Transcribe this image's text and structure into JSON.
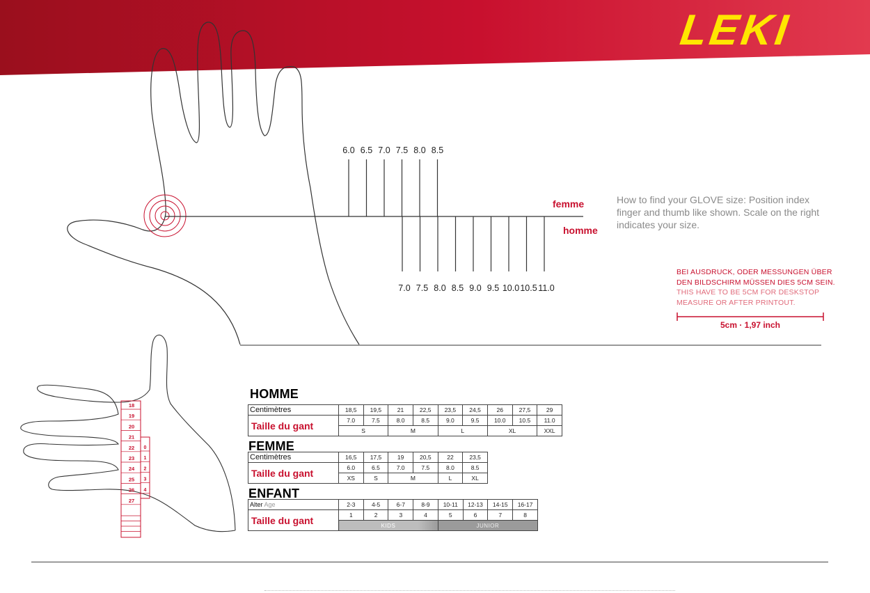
{
  "brand": {
    "logo_text": "LEKI",
    "colors": {
      "red": "#c8102e",
      "dark_red": "#9a0f1d",
      "yellow": "#ffe600",
      "gray_text": "#8a8a8a"
    }
  },
  "scale": {
    "femme_ticks": [
      "6.0",
      "6.5",
      "7.0",
      "7.5",
      "8.0",
      "8.5"
    ],
    "homme_ticks": [
      "7.0",
      "7.5",
      "8.0",
      "8.5",
      "9.0",
      "9.5",
      "10.0",
      "10.5",
      "11.0"
    ],
    "femme_label": "femme",
    "homme_label": "homme"
  },
  "instructions": {
    "text": "How to find your GLOVE size: Position index finger and thumb like shown. Scale on the right indicates your size.",
    "note_de": "BEI AUSDRUCK, ODER MESSUNGEN ÜBER DEN BILDSCHIRM MÜSSEN DIES 5CM SEIN.",
    "note_en": "THIS HAVE TO BE 5CM FOR DESKSTOP MEASURE OR AFTER PRINTOUT.",
    "scale_caption": "5cm · 1,97 inch"
  },
  "wrist_ruler": {
    "marks": [
      "18",
      "19",
      "20",
      "21",
      "22",
      "23",
      "24",
      "25",
      "26",
      "27"
    ],
    "child_marks": [
      "0",
      "1",
      "2",
      "3",
      "4"
    ]
  },
  "homme": {
    "title": "HOMME",
    "row1_label": "Centimètres",
    "cm": [
      "18,5",
      "19,5",
      "21",
      "22,5",
      "23,5",
      "24,5",
      "26",
      "27,5",
      "29"
    ],
    "glove_label": "Taille du gant",
    "sizes": [
      "7.0",
      "7.5",
      "8.0",
      "8.5",
      "9.0",
      "9.5",
      "10.0",
      "10.5",
      "11.0"
    ],
    "letters": [
      "S",
      "M",
      "L",
      "XL",
      "XXL"
    ]
  },
  "femme": {
    "title": "FEMME",
    "row1_label": "Centimètres",
    "cm": [
      "16,5",
      "17,5",
      "19",
      "20,5",
      "22",
      "23,5"
    ],
    "glove_label": "Taille du gant",
    "sizes": [
      "6.0",
      "6.5",
      "7.0",
      "7.5",
      "8.0",
      "8.5"
    ],
    "letters": [
      "XS",
      "S",
      "M",
      "L",
      "XL"
    ]
  },
  "enfant": {
    "title": "ENFANT",
    "age_label": "Alter",
    "age_sub": "Age",
    "ages": [
      "2-3",
      "4-5",
      "6-7",
      "8-9",
      "10-11",
      "12-13",
      "14-15",
      "16-17"
    ],
    "glove_label": "Taille du gant",
    "sizes": [
      "1",
      "2",
      "3",
      "4",
      "5",
      "6",
      "7",
      "8"
    ],
    "kids_label": "KIDS",
    "junior_label": "JUNIOR"
  }
}
